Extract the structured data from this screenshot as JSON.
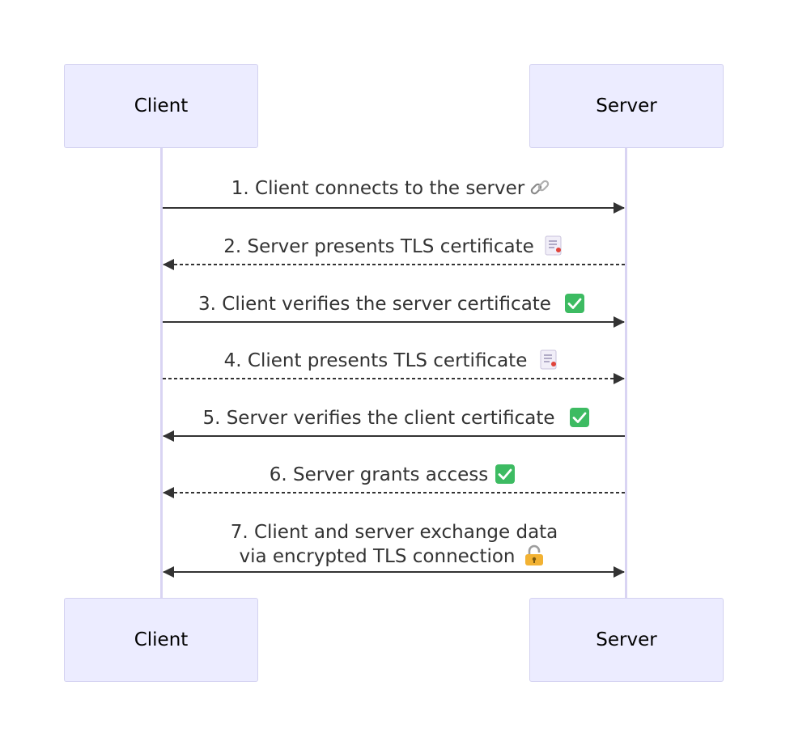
{
  "actors": {
    "client": "Client",
    "server": "Server"
  },
  "messages": [
    {
      "n": 1,
      "from": "client",
      "to": "server",
      "style": "solid",
      "lines": [
        "1. Client connects to the server"
      ],
      "icon": "link-icon"
    },
    {
      "n": 2,
      "from": "server",
      "to": "client",
      "style": "dashed",
      "lines": [
        "2. Server presents TLS certificate"
      ],
      "icon": "certificate-icon"
    },
    {
      "n": 3,
      "from": "client",
      "to": "server",
      "style": "solid",
      "lines": [
        "3. Client verifies the server certificate"
      ],
      "icon": "check-icon"
    },
    {
      "n": 4,
      "from": "client",
      "to": "server",
      "style": "dashed",
      "lines": [
        "4. Client presents TLS certificate"
      ],
      "icon": "certificate-icon"
    },
    {
      "n": 5,
      "from": "server",
      "to": "client",
      "style": "solid",
      "lines": [
        "5. Server verifies the client certificate"
      ],
      "icon": "check-icon"
    },
    {
      "n": 6,
      "from": "server",
      "to": "client",
      "style": "dashed",
      "lines": [
        "6. Server grants access"
      ],
      "icon": "check-icon"
    },
    {
      "n": 7,
      "from": "client",
      "to": "server",
      "style": "solid-bidirectional",
      "lines": [
        "7. Client and server exchange data",
        "via encrypted TLS connection"
      ],
      "icon": "lock-icon"
    }
  ],
  "colors": {
    "actor_fill": "#ececff",
    "actor_border": "#d3d1f0",
    "lifeline": "#d9d4f3",
    "arrow": "#333333",
    "check": "#3dbb62"
  }
}
